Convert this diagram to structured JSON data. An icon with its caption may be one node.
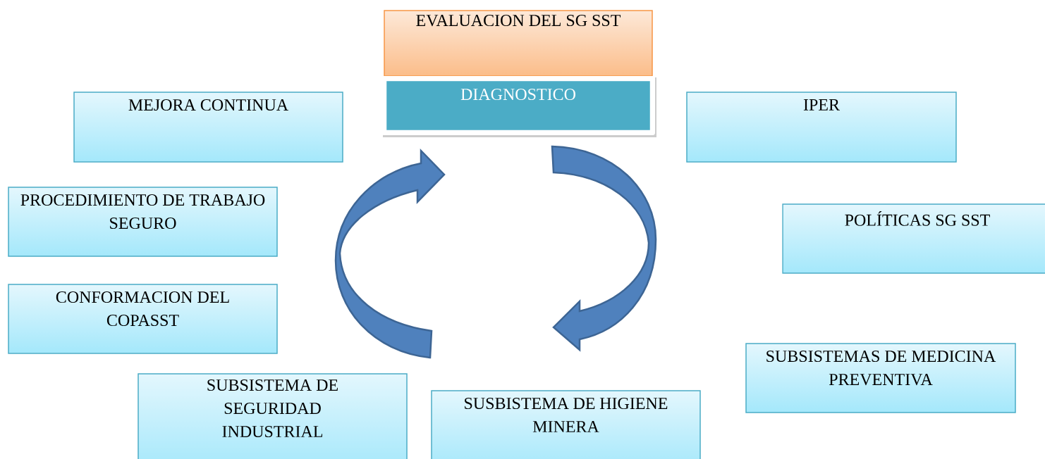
{
  "diagram": {
    "nodes": [
      {
        "text": [
          "EVALUACION DEL SG SST"
        ]
      },
      {
        "text": [
          "DIAGNOSTICO"
        ]
      },
      {
        "text": [
          "MEJORA CONTINUA"
        ]
      },
      {
        "text": [
          "IPER"
        ]
      },
      {
        "text": [
          "PROCEDIMIENTO DE TRABAJO SEGURO"
        ]
      },
      {
        "text": [
          "POLÍTICAS  SG SST"
        ]
      },
      {
        "text": [
          "CONFORMACION DEL COPASST"
        ]
      },
      {
        "text": [
          "SUBSISTEMAS DE MEDICINA PREVENTIVA"
        ]
      },
      {
        "text": [
          "SUBSISTEMA DE SEGURIDAD INDUSTRIAL"
        ]
      },
      {
        "text": [
          "SUSBISTEMA DE HIGIENE MINERA"
        ]
      }
    ]
  }
}
